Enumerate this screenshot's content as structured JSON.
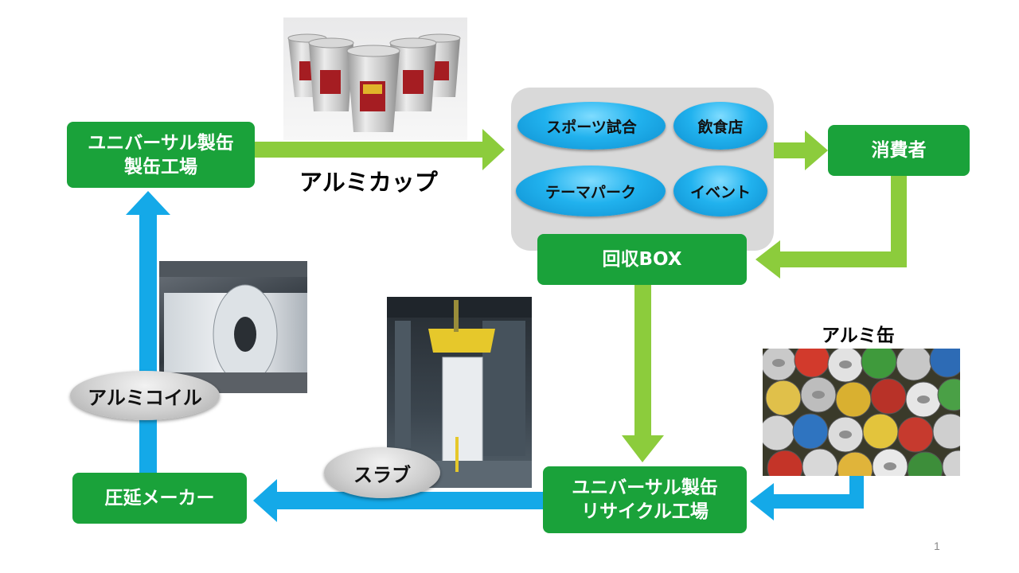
{
  "nodes": {
    "can_factory": "ユニバーサル製缶\n製缶工場",
    "consumer": "消費者",
    "collection_box": "回収BOX",
    "recycle_factory": "ユニバーサル製缶\nリサイクル工場",
    "rolling_maker": "圧延メーカー"
  },
  "venues": [
    "スポーツ試合",
    "飲食店",
    "テーマパーク",
    "イベント"
  ],
  "labels": {
    "aluminum_cup": "アルミカップ",
    "aluminum_can": "アルミ缶",
    "aluminum_coil": "アルミコイル",
    "slab": "スラブ"
  },
  "page_number": "1",
  "colors": {
    "node_green": "#1aa23a",
    "arrow_green": "#8ccc3c",
    "arrow_blue": "#14a9e8",
    "venue_panel": "#d9d9d9"
  }
}
